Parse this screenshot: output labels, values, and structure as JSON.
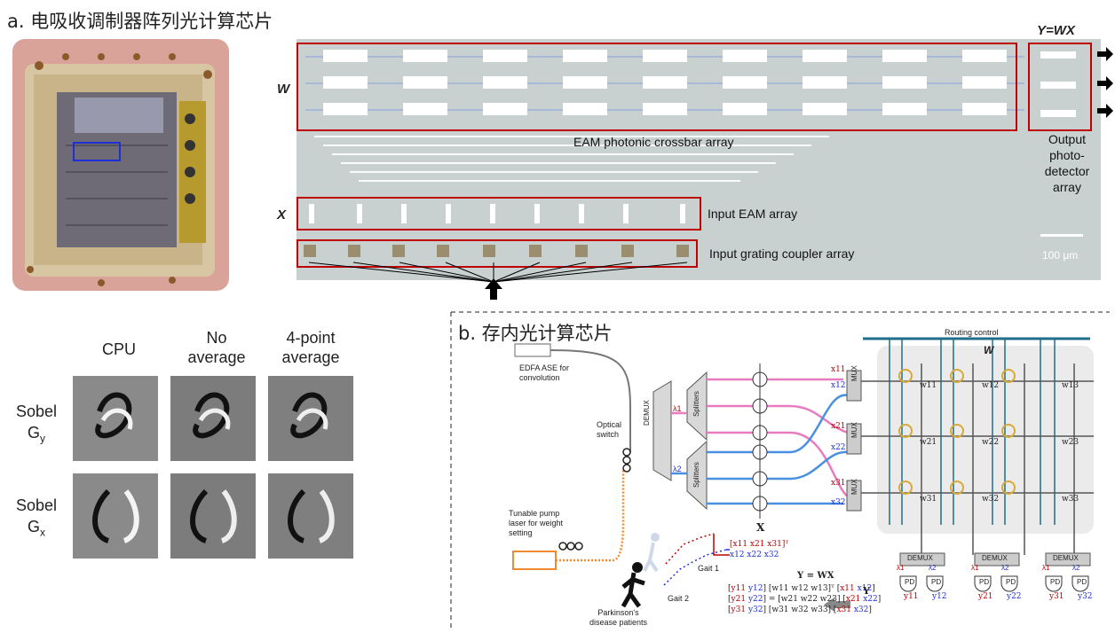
{
  "panel_a": {
    "title": "a. 电吸收调制器阵列光计算芯片",
    "label_w": "W",
    "label_x": "X",
    "label_y_eq": "Y=WX",
    "crossbar_label": "EAM photonic crossbar array",
    "output_label_lines": [
      "Output",
      "photo-",
      "detector",
      "array"
    ],
    "input_eam_label": "Input EAM array",
    "input_grating_label": "Input grating coupler array",
    "scale_bar_label": "100 μm"
  },
  "panel_sobel": {
    "col_headers": [
      "CPU",
      "No\naverage",
      "4-point\naverage"
    ],
    "row_labels": [
      {
        "name": "Sobel",
        "sub": "G",
        "subscript": "y"
      },
      {
        "name": "Sobel",
        "sub": "G",
        "subscript": "x"
      }
    ]
  },
  "panel_b": {
    "title": "b. 存内光计算芯片",
    "routing_control": "Routing control",
    "w_label": "W",
    "edfa_lines": [
      "EDFA ASE for",
      "convolution"
    ],
    "optical_switch_lines": [
      "Optical",
      "switch"
    ],
    "tunable_lines": [
      "Tunable pump",
      "laser for weight",
      "setting"
    ],
    "demux": "DEMUX",
    "splitters": "Splitters",
    "mux": "MUX",
    "lambda1": "λ1",
    "lambda2": "λ2",
    "x_label": "X",
    "x_outputs": [
      "x11",
      "x12",
      "x21",
      "x22",
      "x31",
      "x32"
    ],
    "weights": [
      "w11",
      "w12",
      "w13",
      "w21",
      "w22",
      "w23",
      "w31",
      "w32",
      "w33"
    ],
    "pd": "PD",
    "y_outputs": [
      "y11",
      "y12",
      "y21",
      "y22",
      "y31",
      "y32"
    ],
    "gait1": "Gait 1",
    "gait2": "Gait 2",
    "patients_lines": [
      "Parkinson's",
      "disease patients"
    ],
    "equation_title": "Y = WX",
    "y_arrow_label": "Y",
    "x_matrix_text": "[x11  x21  x31]ᵀ",
    "x_matrix_row2": "x12  x22  x32"
  },
  "colors": {
    "red_box": "#c00000",
    "blue_box": "#1f2fd6",
    "pink_waveguide": "#e87bc0",
    "blue_waveguide": "#4a90e2",
    "orange_fiber": "#f08a30",
    "teal_routing": "#1f6e8c",
    "gold_ring": "#d8a93a"
  }
}
